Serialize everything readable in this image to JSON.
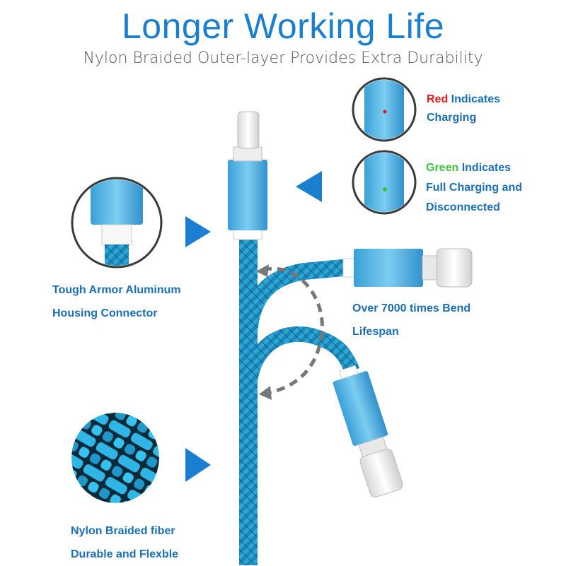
{
  "header": {
    "title": "Longer Working Life",
    "subtitle": "Nylon Braided Outer-layer Provides Extra Durability"
  },
  "callouts": {
    "red_indicator": {
      "color_word": "Red",
      "line1_rest": " Indicates",
      "line2": "Charging"
    },
    "green_indicator": {
      "color_word": "Green",
      "line1_rest": " Indicates",
      "line2": "Full Charging and",
      "line3": "Disconnected"
    },
    "housing": {
      "line1": "Tough Armor Aluminum",
      "line2": "Housing Connector"
    },
    "bend": {
      "line1": "Over 7000 times Bend",
      "line2": "Lifespan"
    },
    "fiber": {
      "line1": "Nylon Braided fiber",
      "line2": "Durable and Flexble"
    }
  },
  "colors": {
    "title_blue": "#1b7fd1",
    "label_blue": "#1a6fb5",
    "cable_blue": "#29a9d8",
    "led_red": "#e3161c",
    "led_green": "#3cc43c",
    "arrow_blue": "#1b7fd1"
  },
  "icons": [
    "triangle-pointer-icon",
    "curved-bend-arrow-icon"
  ]
}
